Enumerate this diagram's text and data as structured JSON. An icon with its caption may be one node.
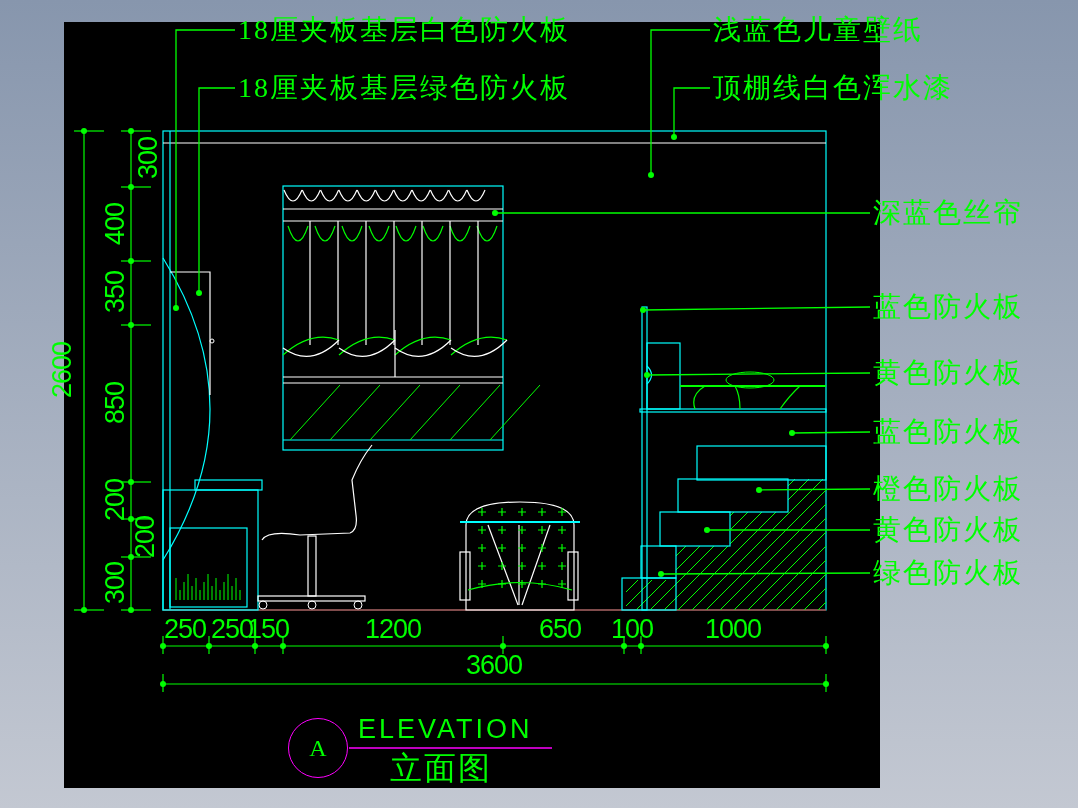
{
  "diagram": {
    "nodes": [
      {
        "text": [
          "18厘夹板基层白色防火板"
        ]
      },
      {
        "text": [
          "18厘夹板基层绿色防火板"
        ]
      },
      {
        "text": [
          "浅蓝色儿童壁纸"
        ]
      },
      {
        "text": [
          "顶棚线白色浑水漆"
        ]
      },
      {
        "text": [
          "深蓝色丝帘"
        ]
      },
      {
        "text": [
          "蓝色防火板"
        ]
      },
      {
        "text": [
          "黄色防火板"
        ]
      },
      {
        "text": [
          "蓝色防火板"
        ]
      },
      {
        "text": [
          "橙色防火板"
        ]
      },
      {
        "text": [
          "黄色防火板"
        ]
      },
      {
        "text": [
          "绿色防火板"
        ]
      },
      {
        "text": [
          "A"
        ],
        "beside": [
          "ELEVATION",
          "立面图"
        ]
      }
    ],
    "edges": [
      {
        "from": 0,
        "to": null,
        "arrow": "other"
      },
      {
        "from": 1,
        "to": null,
        "arrow": "other"
      },
      {
        "from": 2,
        "to": null,
        "arrow": "other"
      },
      {
        "from": 3,
        "to": null,
        "arrow": "other"
      },
      {
        "from": 4,
        "to": null,
        "arrow": "other"
      },
      {
        "from": 5,
        "to": null,
        "arrow": "other"
      },
      {
        "from": 6,
        "to": null,
        "arrow": "other"
      },
      {
        "from": 7,
        "to": null,
        "arrow": "other"
      },
      {
        "from": 8,
        "to": null,
        "arrow": "other"
      },
      {
        "from": 9,
        "to": null,
        "arrow": "other"
      },
      {
        "from": 10,
        "to": null,
        "arrow": "other"
      }
    ],
    "labels": [
      "2600",
      "300",
      "400",
      "350",
      "850",
      "200",
      "200",
      "300",
      "250",
      "250",
      "150",
      "1200",
      "650",
      "100",
      "1000",
      "3600"
    ]
  }
}
